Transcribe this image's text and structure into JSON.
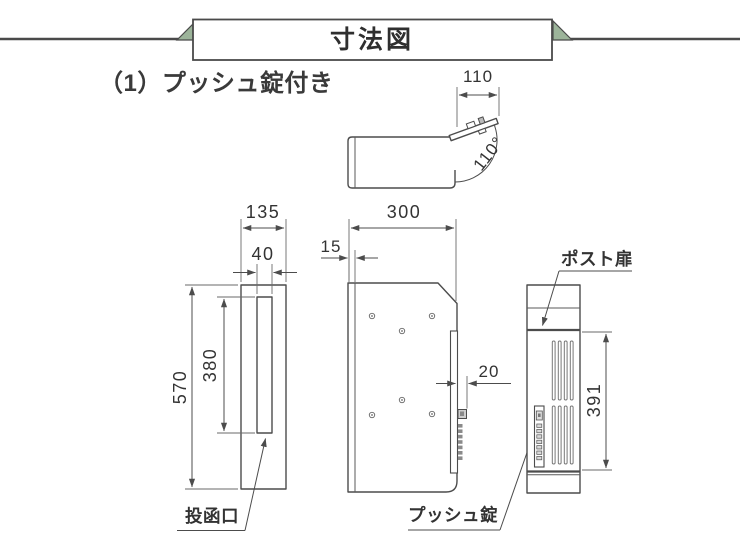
{
  "title_banner": {
    "text": "寸法図"
  },
  "heading": {
    "text": "（1）プッシュ錠付き"
  },
  "top_view": {
    "width_dim": "110",
    "open_angle": "110°"
  },
  "front_view": {
    "width_dim": "135",
    "slot_width_dim": "40",
    "height_dim": "570",
    "slot_height_dim": "380",
    "slot_label": "投函口"
  },
  "side_view": {
    "depth_dim": "300",
    "flange_dim": "15",
    "knob_dim": "20",
    "lock_label": "プッシュ錠"
  },
  "door_view": {
    "door_label": "ポスト扉",
    "door_height_dim": "391"
  },
  "colors": {
    "line": "#4c4c4c",
    "text": "#333333",
    "ribbon_green": "#9cb49a",
    "background": "#ffffff"
  }
}
